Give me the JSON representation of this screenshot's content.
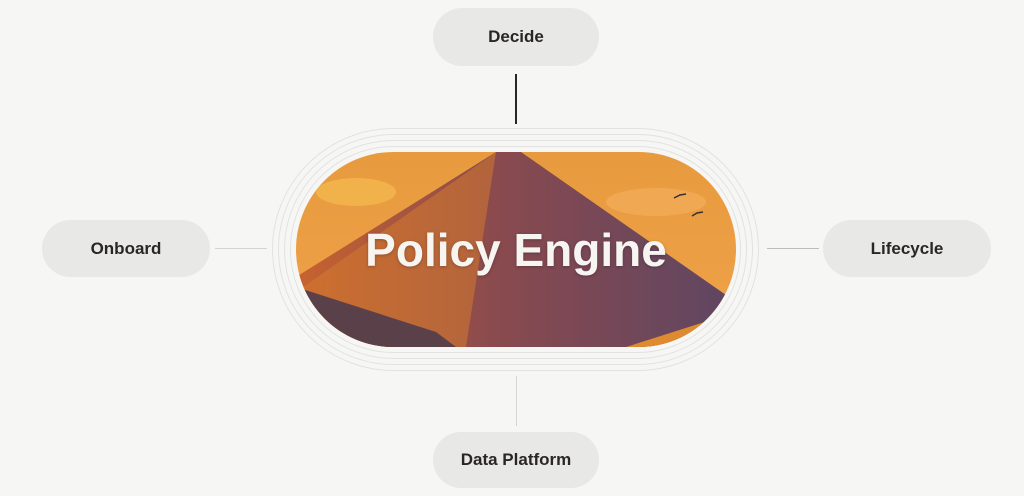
{
  "center": {
    "label": "Policy Engine"
  },
  "nodes": {
    "top": "Decide",
    "left": "Onboard",
    "right": "Lifecycle",
    "bottom": "Data Platform"
  }
}
